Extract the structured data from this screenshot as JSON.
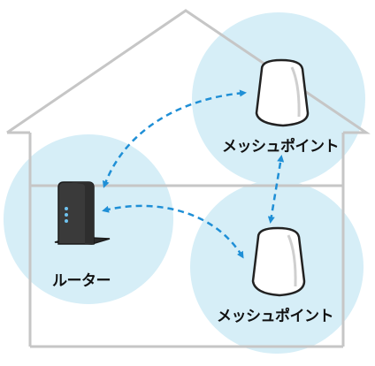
{
  "labels": {
    "mesh_top": "メッシュポイント",
    "mesh_bottom": "メッシュポイント",
    "router": "ルーター"
  },
  "colors": {
    "coverage_fill": "#d6eef7",
    "house_outline": "#c6c6c6",
    "link_dash": "#1f8fd6",
    "router_body": "#3a3a3a",
    "router_led": "#6fc3f0",
    "mesh_body": "#ffffff",
    "mesh_outline": "#222222"
  },
  "icons": {
    "router": "router-icon",
    "mesh_point": "mesh-point-icon",
    "connection": "dashed-bidirectional-arrow"
  }
}
